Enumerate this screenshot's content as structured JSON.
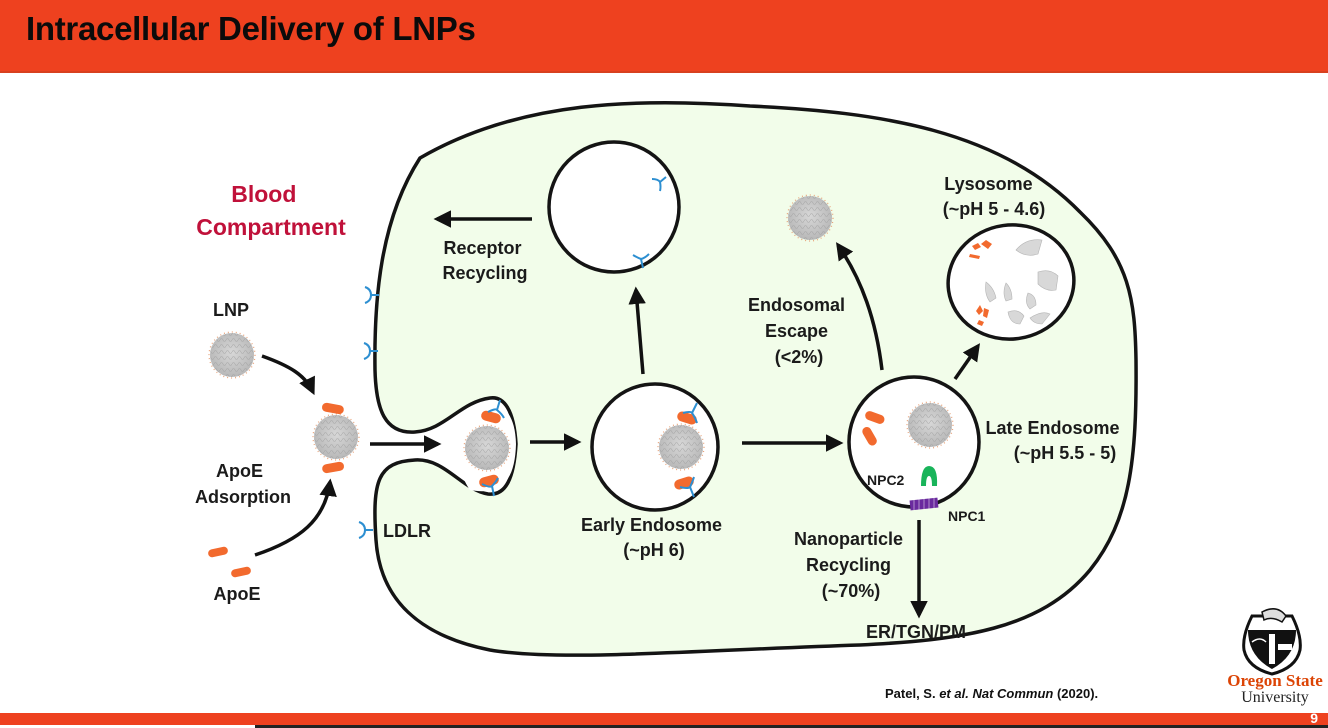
{
  "slide": {
    "title": "Intracellular Delivery of LNPs",
    "page_number": "9",
    "colors": {
      "brand_orange": "#ee411f",
      "cytoplasm_fill": "#f2fdea",
      "blood_label": "#c0113a",
      "receptor_blue": "#2d8fd1",
      "apoe_orange": "#f26a2e",
      "npc2_green": "#19b45a",
      "npc1_purple": "#6a2a9e"
    }
  },
  "diagram": {
    "blood_compartment": {
      "line1": "Blood",
      "line2": "Compartment"
    },
    "lnp_label": "LNP",
    "apoe_adsorption": {
      "line1": "ApoE",
      "line2": "Adsorption"
    },
    "apoe_label": "ApoE",
    "ldlr_label": "LDLR",
    "receptor_recycling": {
      "line1": "Receptor",
      "line2": "Recycling"
    },
    "early_endosome": {
      "line1": "Early Endosome",
      "line2": "(~pH 6)"
    },
    "endosomal_escape": {
      "line1": "Endosomal",
      "line2": "Escape",
      "line3": "(<2%)"
    },
    "lysosome": {
      "line1": "Lysosome",
      "line2": "(~pH 5 - 4.6)"
    },
    "late_endosome": {
      "line1": "Late Endosome",
      "line2": "(~pH 5.5 - 5)"
    },
    "npc2_label": "NPC2",
    "npc1_label": "NPC1",
    "nanoparticle_recycling": {
      "line1": "Nanoparticle",
      "line2": "Recycling",
      "line3": "(~70%)"
    },
    "destination_label": "ER/TGN/PM"
  },
  "footer": {
    "citation_authors": "Patel, S. ",
    "citation_etal": "et al.",
    "citation_journal": "Nat Commun",
    "citation_year": " (2020).",
    "university_line1": "Oregon State",
    "university_line2": "University"
  }
}
